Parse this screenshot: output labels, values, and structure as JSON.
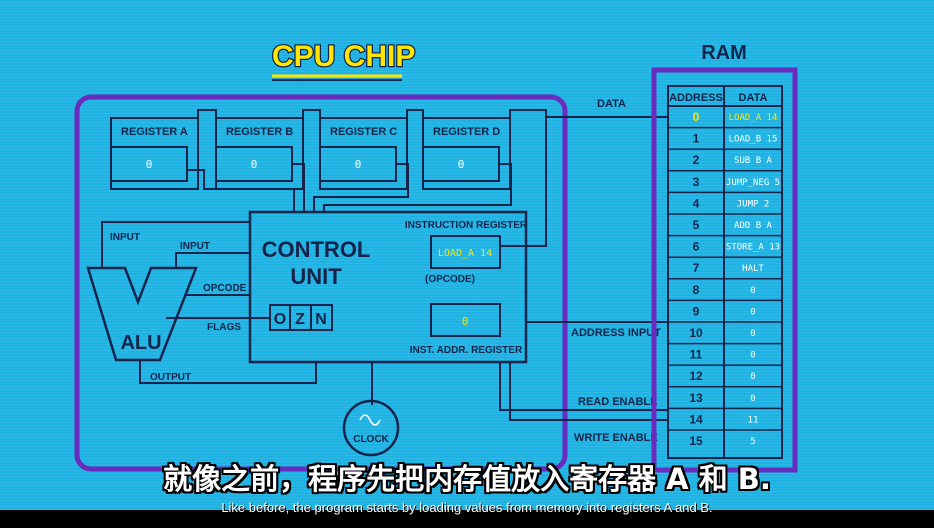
{
  "title": "CPU CHIP",
  "ram": {
    "title": "RAM",
    "header_address": "ADDRESS",
    "header_data": "DATA",
    "rows": [
      {
        "address": "0",
        "data": "LOAD_A 14"
      },
      {
        "address": "1",
        "data": "LOAD_B 15"
      },
      {
        "address": "2",
        "data": "SUB B A"
      },
      {
        "address": "3",
        "data": "JUMP_NEG 5"
      },
      {
        "address": "4",
        "data": "JUMP 2"
      },
      {
        "address": "5",
        "data": "ADD B A"
      },
      {
        "address": "6",
        "data": "STORE_A 13"
      },
      {
        "address": "7",
        "data": "HALT"
      },
      {
        "address": "8",
        "data": "0"
      },
      {
        "address": "9",
        "data": "0"
      },
      {
        "address": "10",
        "data": "0"
      },
      {
        "address": "11",
        "data": "0"
      },
      {
        "address": "12",
        "data": "0"
      },
      {
        "address": "13",
        "data": "0"
      },
      {
        "address": "14",
        "data": "11"
      },
      {
        "address": "15",
        "data": "5"
      }
    ]
  },
  "registers": [
    {
      "name": "REGISTER A",
      "value": "0"
    },
    {
      "name": "REGISTER B",
      "value": "0"
    },
    {
      "name": "REGISTER C",
      "value": "0"
    },
    {
      "name": "REGISTER D",
      "value": "0"
    }
  ],
  "control_unit": {
    "line1": "CONTROL",
    "line2": "UNIT",
    "instruction_register_label": "INSTRUCTION REGISTER",
    "instruction_register_value": "LOAD_A 14",
    "opcode_label": "(OPCODE)",
    "inst_addr_register_label": "INST. ADDR. REGISTER",
    "inst_addr_register_value": "0",
    "flags": [
      "O",
      "Z",
      "N"
    ]
  },
  "alu": {
    "label": "ALU",
    "input1": "INPUT",
    "input2": "INPUT",
    "opcode": "OPCODE",
    "flags": "FLAGS",
    "output": "OUTPUT"
  },
  "clock_label": "CLOCK",
  "bus_labels": {
    "data": "DATA",
    "address_input": "ADDRESS INPUT",
    "read_enable": "READ ENABLE",
    "write_enable": "WRITE ENABLE"
  },
  "subtitles": {
    "zh": "就像之前，程序先把内存值放入寄存器 A 和 B.",
    "en": "Like before, the program starts by loading values from memory into registers A and B."
  },
  "colors": {
    "background": "#1fb3e3",
    "purple": "#6a2bbf",
    "navy": "#14244a",
    "yellow": "#ffe600",
    "highlight_text": "#ffe600"
  }
}
